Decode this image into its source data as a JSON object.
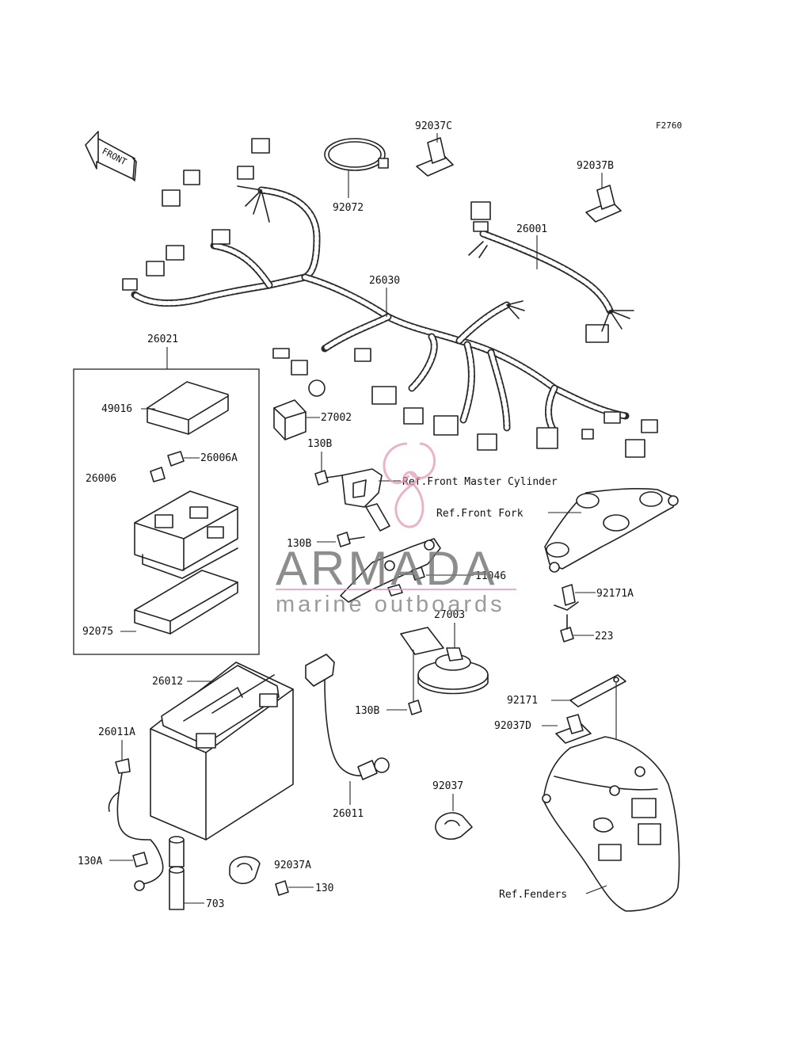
{
  "figure_code": "F2760",
  "front_arrow": "FRONT",
  "parts": {
    "p92037C": "92037C",
    "p92072": "92072",
    "p92037B": "92037B",
    "p26001": "26001",
    "p26030": "26030",
    "p26021": "26021",
    "p49016": "49016",
    "p26006A": "26006A",
    "p26006": "26006",
    "p92075": "92075",
    "p27002": "27002",
    "p130B_a": "130B",
    "p130B_b": "130B",
    "p130B_c": "130B",
    "p11046": "11046",
    "p27003": "27003",
    "p92171A": "92171A",
    "p223": "223",
    "p26012": "26012",
    "p26011A": "26011A",
    "p130A": "130A",
    "p703": "703",
    "p92037A": "92037A",
    "p130": "130",
    "p26011": "26011",
    "p92037": "92037",
    "p92171": "92171",
    "p92037D": "92037D"
  },
  "references": {
    "front_master_cylinder": "Ref.Front Master Cylinder",
    "front_fork": "Ref.Front Fork",
    "fenders": "Ref.Fenders"
  },
  "watermark": {
    "brand": "ARMADA",
    "tagline": "marine outboards",
    "brand_color": "#7a7a7a",
    "accent_color": "#e39ab8"
  }
}
